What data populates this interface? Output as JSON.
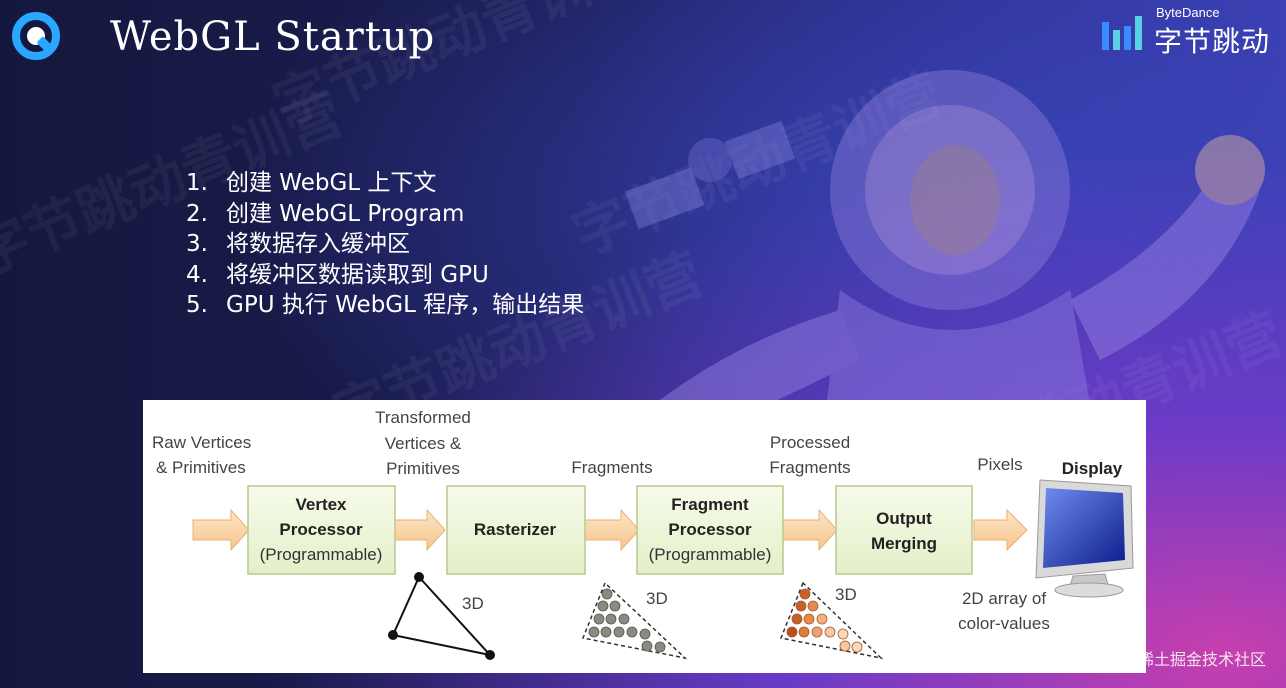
{
  "slide": {
    "title": "WebGL Startup",
    "brand_small": "ByteDance",
    "brand_big": "字节跳动",
    "watermark": "字节跳动青训营",
    "footer": "@稀土掘金技术社区"
  },
  "steps": [
    {
      "num": "1.",
      "text": "创建 WebGL 上下文"
    },
    {
      "num": "2.",
      "text": "创建 WebGL Program"
    },
    {
      "num": "3.",
      "text": "将数据存入缓冲区"
    },
    {
      "num": "4.",
      "text": "将缓冲区数据读取到 GPU"
    },
    {
      "num": "5.",
      "text": "GPU 执行 WebGL 程序，输出结果"
    }
  ],
  "pipeline": {
    "input_label": [
      "Raw Vertices",
      "& Primitives"
    ],
    "transformed_label": [
      "Transformed",
      "Vertices &",
      "Primitives"
    ],
    "fragments_label": "Fragments",
    "processed_label": [
      "Processed",
      "Fragments"
    ],
    "pixels_label": "Pixels",
    "display_label": "Display",
    "vertex_box": [
      "Vertex",
      "Processor",
      "(Programmable)"
    ],
    "rasterizer_box": "Rasterizer",
    "fragment_box": [
      "Fragment",
      "Processor",
      "(Programmable)"
    ],
    "output_box": [
      "Output",
      "Merging"
    ],
    "label_3d": "3D",
    "output_desc": [
      "2D array of",
      "color-values"
    ],
    "colors": {
      "box_fill": "#eef6dc",
      "box_stroke": "#b8c98a",
      "arrow_fill": "#fbd7a9",
      "arrow_stroke": "#e9a85a"
    }
  }
}
